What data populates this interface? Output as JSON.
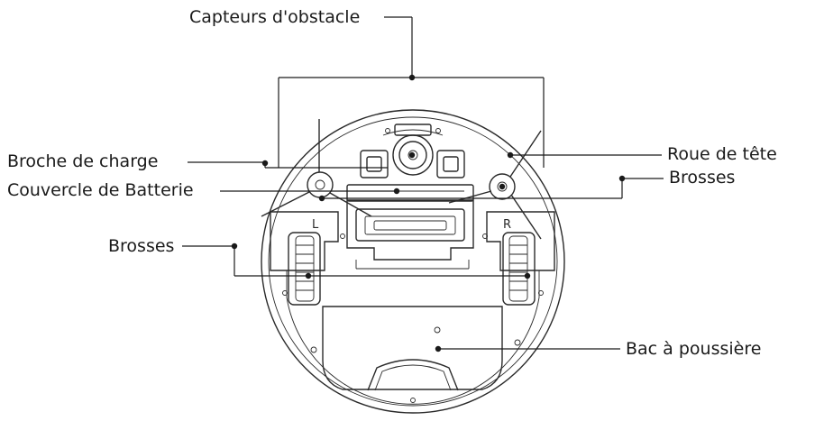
{
  "labels": {
    "obstacle_sensors": "Capteurs d'obstacle",
    "charging_pins": "Broche de charge",
    "battery_cover": "Couvercle de Batterie",
    "side_brushes_left": "Brosses",
    "front_wheel": "Roue de tête",
    "side_brushes_right": "Brosses",
    "dust_bin": "Bac à poussière"
  },
  "wheel_marks": {
    "left": "L",
    "right": "R"
  }
}
